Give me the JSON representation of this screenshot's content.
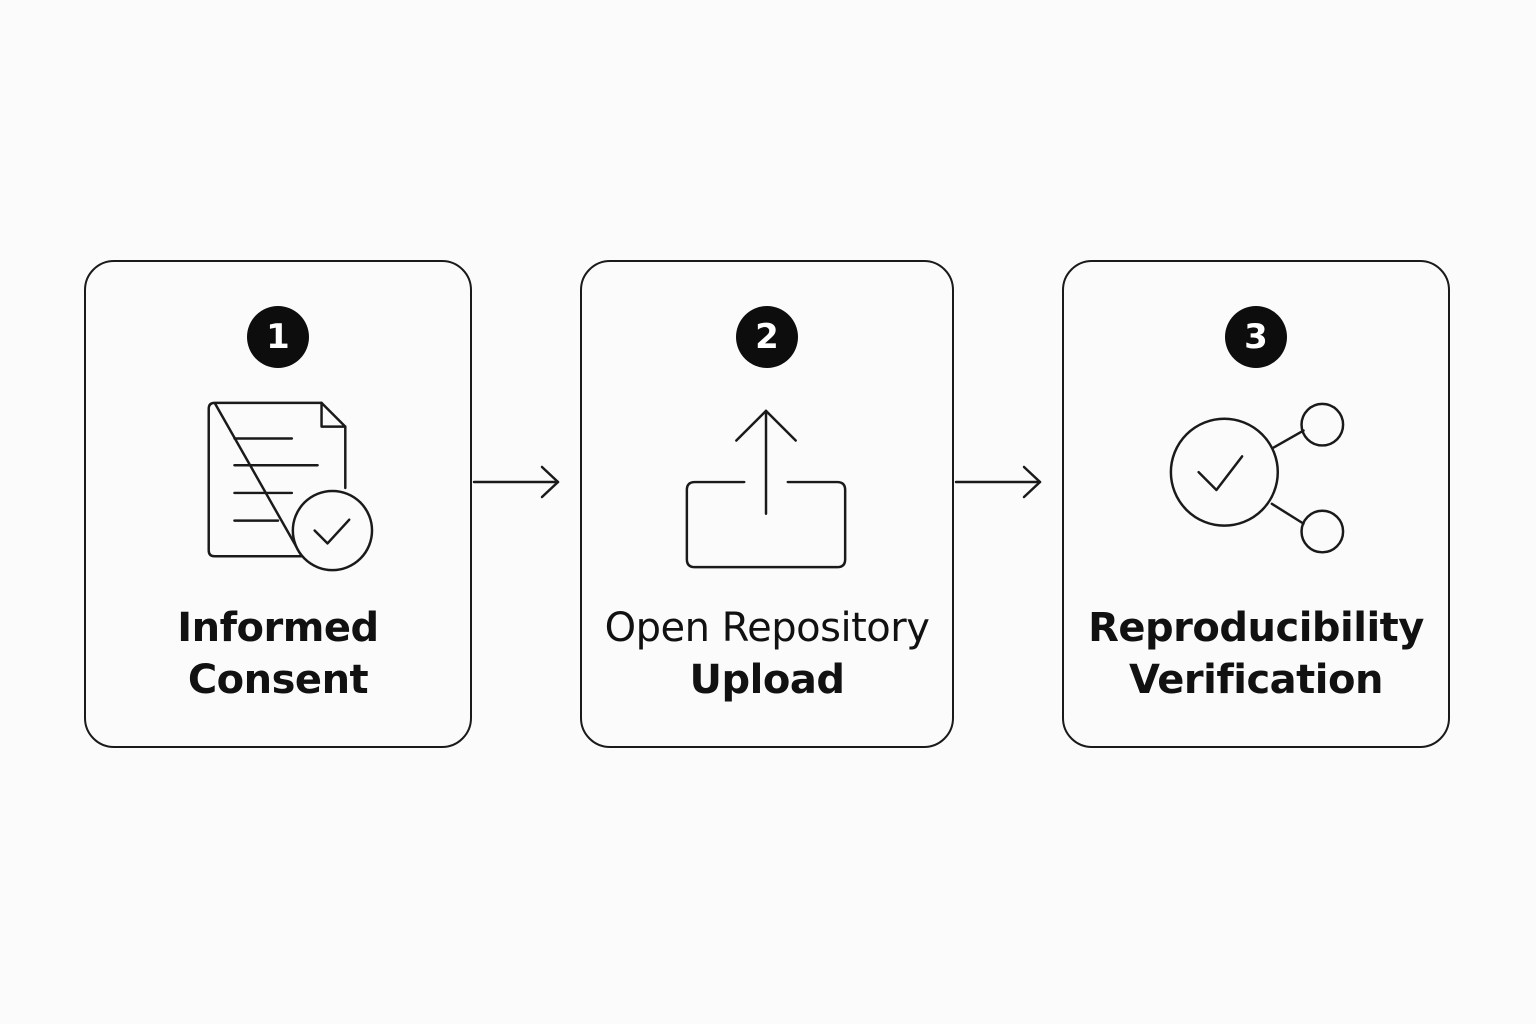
{
  "steps": [
    {
      "number": "1",
      "title_line1": "Informed",
      "title_line2": "Consent",
      "icon": "document-check-icon"
    },
    {
      "number": "2",
      "title_line1": "Open Repository",
      "title_line2": "Upload",
      "icon": "upload-tray-icon"
    },
    {
      "number": "3",
      "title_line1": "Reproducibility",
      "title_line2": "Verification",
      "icon": "verified-share-icon"
    }
  ],
  "colors": {
    "stroke": "#1a1a1a",
    "badge": "#0d0d0d",
    "background": "#fbfbfb"
  }
}
